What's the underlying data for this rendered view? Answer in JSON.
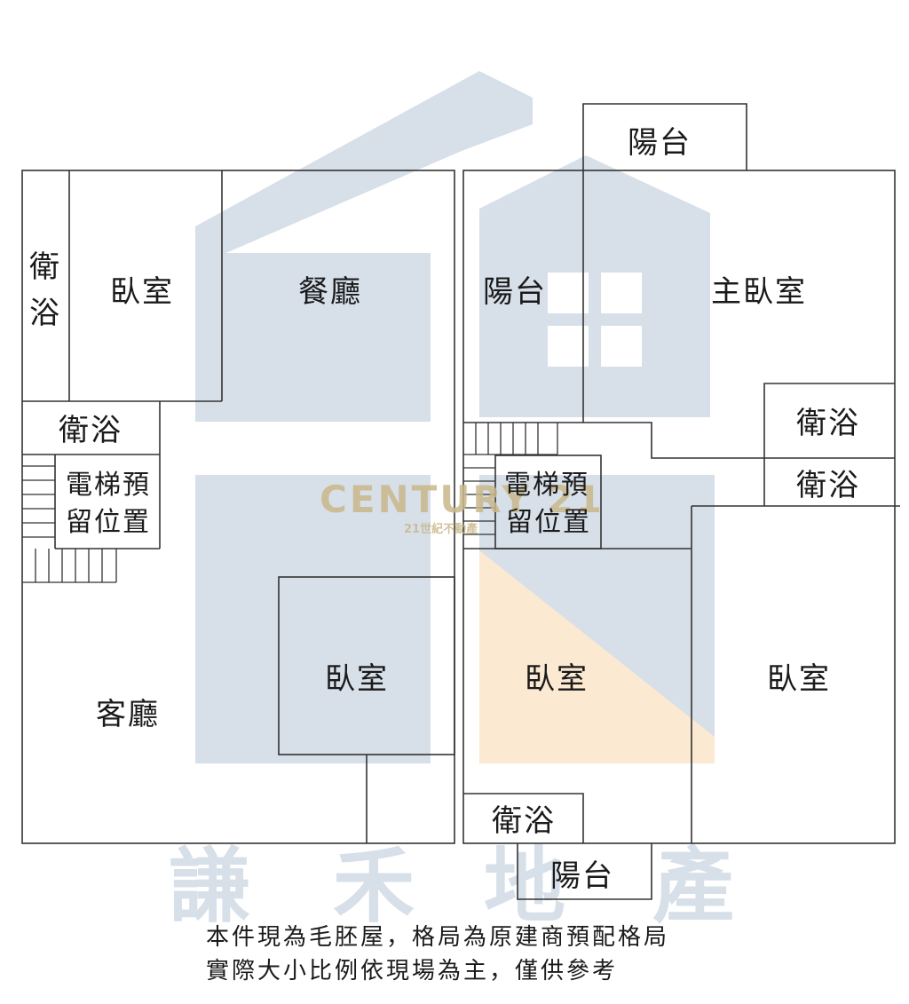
{
  "rooms": {
    "bath_left_top": [
      "衛",
      "浴"
    ],
    "bedroom_top_left": "臥室",
    "dining": "餐廳",
    "bath_left_mid": "衛浴",
    "elevator_left": [
      "電梯預",
      "留位置"
    ],
    "bedroom_center": "臥室",
    "living": "客廳",
    "balcony_top": "陽台",
    "balcony_right_mid": "陽台",
    "master_bedroom": "主臥室",
    "bath_right_1": "衛浴",
    "bath_right_2": "衛浴",
    "elevator_right": [
      "電梯預",
      "留位置"
    ],
    "bedroom_right_center": "臥室",
    "bedroom_right": "臥室",
    "bath_bottom": "衛浴",
    "balcony_bottom": "陽台"
  },
  "watermark": {
    "brand": "CENTURY 21",
    "brand_sub": "21世紀不動產",
    "agency": [
      "謙",
      "禾",
      "地",
      "產"
    ]
  },
  "notes": [
    "本件現為毛胚屋，格局為原建商預配格局",
    "實際大小比例依現場為主，僅供參考"
  ]
}
